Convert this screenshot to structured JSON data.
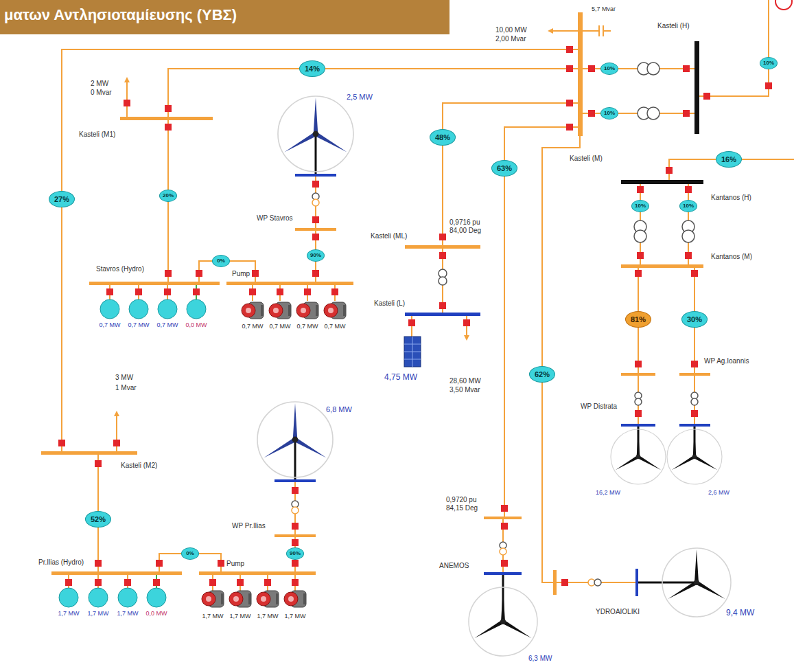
{
  "diagram": {
    "title": "ματων Αντλησιοταμίευσης (ΥΒΣ)",
    "nodes": [
      {
        "text": [
          "Kasteli (M)"
        ]
      },
      {
        "text": [
          "Kasteli (H)"
        ]
      },
      {
        "text": [
          "Kasteli (M1)"
        ]
      },
      {
        "text": [
          "Stavros (Hydro)"
        ]
      },
      {
        "text": [
          "Pump"
        ]
      },
      {
        "text": [
          "WP Stavros"
        ]
      },
      {
        "text": [
          "Kasteli (ML)",
          "0,9716 pu 84,00 Deg"
        ]
      },
      {
        "text": [
          "Kasteli (L)"
        ]
      },
      {
        "text": [
          "Kasteli (M2)"
        ]
      },
      {
        "text": [
          "Pr.Ilias (Hydro)"
        ]
      },
      {
        "text": [
          "Pump"
        ]
      },
      {
        "text": [
          "WP Pr.Ilias"
        ]
      },
      {
        "text": [
          "0,9720 pu 84,15 Deg",
          "ANEMOS"
        ]
      },
      {
        "text": [
          "YDROAIOLIKI"
        ]
      },
      {
        "text": [
          "Kantanos (H)"
        ]
      },
      {
        "text": [
          "Kantanos (M)"
        ]
      },
      {
        "text": [
          "WP Distrata"
        ]
      },
      {
        "text": [
          "WP Ag.Ioannis"
        ]
      }
    ],
    "edges": [
      {
        "from": 0,
        "to": 1,
        "arrow": "none",
        "label": "10%"
      },
      {
        "from": 0,
        "to": 1,
        "arrow": "none",
        "label": "10%"
      },
      {
        "from": 0,
        "to": 2,
        "arrow": "none",
        "label": "14%"
      },
      {
        "from": 2,
        "to": 3,
        "arrow": "none",
        "label": "20%"
      },
      {
        "from": 3,
        "to": 4,
        "arrow": "none",
        "label": "0%"
      },
      {
        "from": 4,
        "to": 5,
        "arrow": "none",
        "label": "90%"
      },
      {
        "from": 0,
        "to": 6,
        "arrow": "none",
        "label": "48%"
      },
      {
        "from": 6,
        "to": 7,
        "arrow": "none"
      },
      {
        "from": 0,
        "to": 8,
        "arrow": "none",
        "label": "27%"
      },
      {
        "from": 8,
        "to": 9,
        "arrow": "none",
        "label": "52%"
      },
      {
        "from": 9,
        "to": 10,
        "arrow": "none",
        "label": "0%"
      },
      {
        "from": 10,
        "to": 11,
        "arrow": "none",
        "label": "90%"
      },
      {
        "from": 0,
        "to": 12,
        "arrow": "none",
        "label": "63%"
      },
      {
        "from": 0,
        "to": 13,
        "arrow": "none",
        "label": "62%"
      },
      {
        "from": 14,
        "to": 15,
        "arrow": "none",
        "label": "10%"
      },
      {
        "from": 14,
        "to": 15,
        "arrow": "none",
        "label": "10%"
      },
      {
        "from": 15,
        "to": 16,
        "arrow": "none",
        "label": "81%"
      },
      {
        "from": 15,
        "to": 17,
        "arrow": "none",
        "label": "30%"
      }
    ],
    "labels": [
      "10,00 MW",
      "2,00 Mvar",
      "5,7 Mvar",
      "10%",
      "16%",
      "2 MW",
      "0 Mvar",
      "2,5 MW",
      "0,7 MW",
      "0,7 MW",
      "0,7 MW",
      "0,0 MW",
      "0,7 MW",
      "0,7 MW",
      "0,7 MW",
      "0,7 MW",
      "4,75 MW",
      "28,60 MW",
      "3,50 Mvar",
      "3 MW",
      "1 Mvar",
      "6,8 MW",
      "1,7 MW",
      "1,7 MW",
      "1,7 MW",
      "0,0 MW",
      "1,7 MW",
      "1,7 MW",
      "1,7 MW",
      "1,7 MW",
      "6,3 MW",
      "9,4 MW",
      "16,2 MW",
      "2,6 MW"
    ]
  }
}
